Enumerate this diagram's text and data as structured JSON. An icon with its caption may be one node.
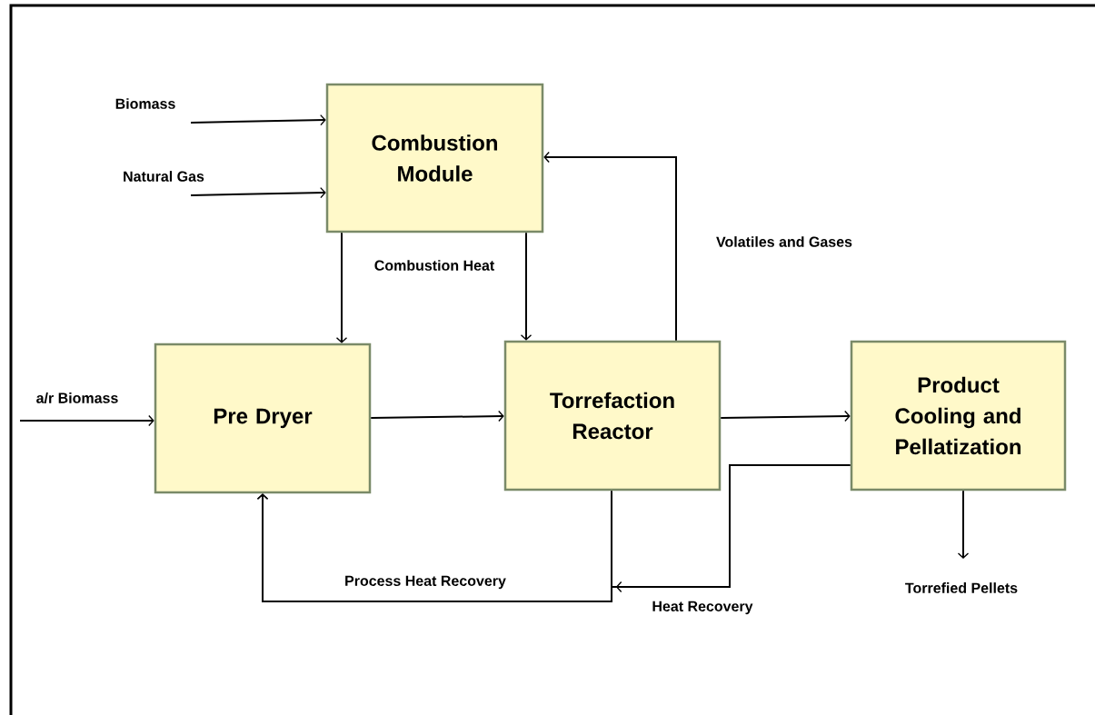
{
  "diagram": {
    "nodes": [
      {
        "text": [
          "Combustion Module"
        ]
      },
      {
        "text": [
          "Pre Dryer"
        ]
      },
      {
        "text": [
          "Torrefaction Reactor"
        ]
      },
      {
        "text": [
          "Product Cooling and Pellatization"
        ]
      }
    ],
    "edges": [
      {
        "from": null,
        "to": 0,
        "arrow": "to",
        "label": "Biomass"
      },
      {
        "from": null,
        "to": 0,
        "arrow": "to",
        "label": "Natural Gas"
      },
      {
        "from": null,
        "to": 1,
        "arrow": "to",
        "label": "a/r Biomass"
      },
      {
        "from": 0,
        "to": 1,
        "arrow": "to"
      },
      {
        "from": 0,
        "to": 2,
        "arrow": "to"
      },
      {
        "from": 2,
        "to": 0,
        "arrow": "to",
        "label": "Volatiles and Gases"
      },
      {
        "from": 1,
        "to": 2,
        "arrow": "to"
      },
      {
        "from": 2,
        "to": 3,
        "arrow": "to"
      },
      {
        "from": 2,
        "to": 1,
        "arrow": "to",
        "label": "Process Heat  Recovery"
      },
      {
        "from": 3,
        "to": 1,
        "arrow": "to",
        "label": "Heat Recovery"
      },
      {
        "from": 3,
        "to": null,
        "arrow": "to",
        "label": "Torrefied Pellets"
      }
    ],
    "labels": [
      "Combustion Heat"
    ]
  }
}
